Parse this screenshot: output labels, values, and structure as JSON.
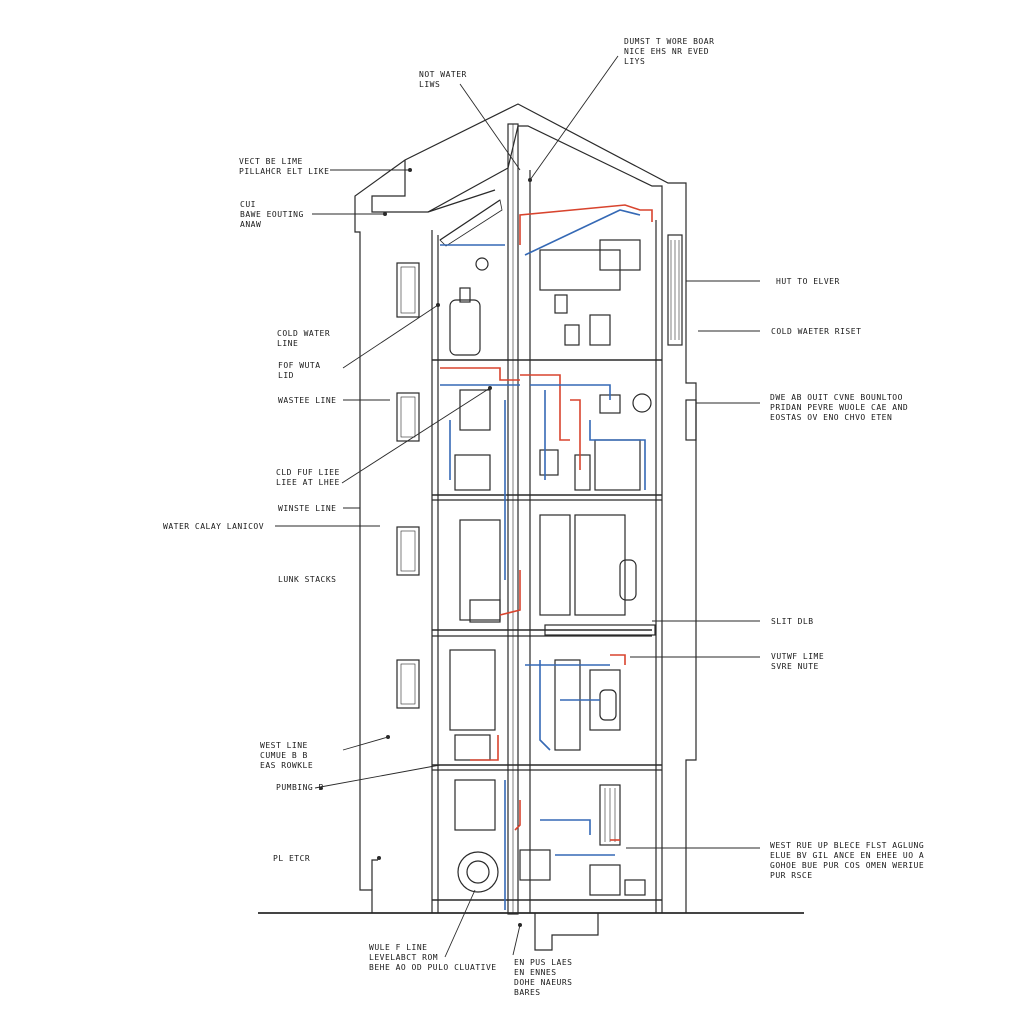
{
  "labels": {
    "top_right": "DUMST T WORE BOAR\nNICE EHS NR EVED\nLIYS",
    "hot_water": "NOT WATER\nLIWS",
    "vent_line": "VECT BE LIME\nPILLAHCR ELT LIKE",
    "roof_venting": "CUI\nBAWE EOUTING\nANAW",
    "hot_to_elver": "HUT TO ELVER",
    "cold_water_line": "COLD WATER\nLINE",
    "cold_water_riser": "COLD WAETER RISET",
    "hot_water_lid": "FOF WUTA\nLID",
    "waste_line_1": "WASTEE LINE",
    "hot_water_building": "DWE AB OUIT CVNE BOUNLTOO\nPRIDAN PEVRE WUOLE CAE AND\nEOSTAS OV ENO CHVO ETEN",
    "cold_hot_lines": "CLD FUF LIEE\nLIEE AT LHEE",
    "waste_line_2": "WINSTE LINE",
    "water_supply": "WATER CALAY LANICOV",
    "lunk_stacks": "LUNK STACKS",
    "slit_dlb": "SLIT DLB",
    "vent_line_mid": "VUTWF LIME\nSVRE NUTE",
    "west_line": "WEST LINE\nCUMUE B B\nEAS ROWKLE",
    "plumbing": "PUMBING B",
    "pl_etcr": "PL ETCR",
    "west_building_notes": "WEST RUE UP BLECE FLST AGLUNG\nELUE BV GIL ANCE EN EHEE UO A\nGOHOE BUE PUR COS OMEN WERIUE\nPUR RSCE",
    "bottom_left": "WULE F LINE\nLEVELABCT ROM\nBEHE AO OD PULO CLUATIVE",
    "bottom_right": "EN PUS LAES\nEN ENNES\nDOHE NAEURS\nBARES"
  },
  "colors": {
    "line": "#2a2a2a",
    "hot": "#d8442e",
    "cold": "#3569b5"
  }
}
